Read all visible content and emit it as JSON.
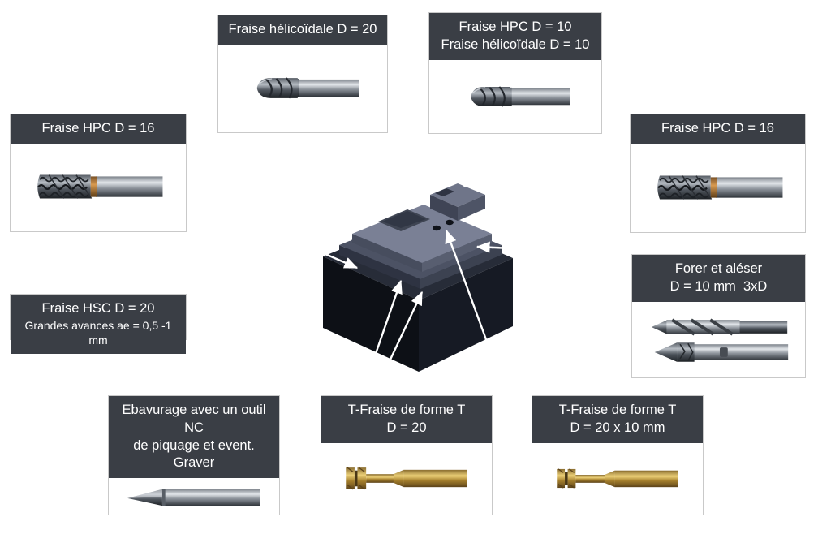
{
  "colors": {
    "header_bg": "#3a3e45",
    "header_text": "#ffffff",
    "box_border": "#c9c9c9",
    "arrow": "#ffffff",
    "steel": "#9aa0a8",
    "gold": "#c9a24a"
  },
  "callouts": [
    {
      "id": "fraise-helicoidale-d20",
      "lines": [
        "Fraise hélicoïdale D = 20"
      ],
      "tool_icon": "helical-end-mill-icon"
    },
    {
      "id": "fraise-hpc-d10",
      "lines": [
        "Fraise HPC D = 10",
        "Fraise hélicoïdale D = 10"
      ],
      "tool_icon": "helical-end-mill-icon"
    },
    {
      "id": "fraise-hpc-d16-left",
      "lines": [
        "Fraise HPC D = 16"
      ],
      "tool_icon": "roughing-end-mill-icon"
    },
    {
      "id": "fraise-hpc-d16-right",
      "lines": [
        "Fraise HPC D = 16"
      ],
      "tool_icon": "roughing-end-mill-icon"
    },
    {
      "id": "forer-et-aleser",
      "lines": [
        "Forer et aléser",
        "D = 10 mm  3xD"
      ],
      "tool_icon": "twist-drill-icon"
    },
    {
      "id": "fraise-hsc-d20",
      "lines": [
        "Fraise HSC D = 20",
        "Grandes avances ae = 0,5 -1 mm"
      ],
      "tool_icon": "none"
    },
    {
      "id": "ebavurage-graver",
      "lines": [
        "Ebavurage avec un outil NC",
        "de piquage et event. Graver"
      ],
      "tool_icon": "deburring-engraver-icon"
    },
    {
      "id": "t-fraise-d20",
      "lines": [
        "T-Fraise de forme T",
        "D = 20"
      ],
      "tool_icon": "t-slot-cutter-icon"
    },
    {
      "id": "t-fraise-d20x10",
      "lines": [
        "T-Fraise de forme T",
        "D = 20 x 10 mm"
      ],
      "tool_icon": "t-slot-cutter-icon"
    }
  ],
  "workpiece": {
    "name": "machined-part-3d-view"
  }
}
